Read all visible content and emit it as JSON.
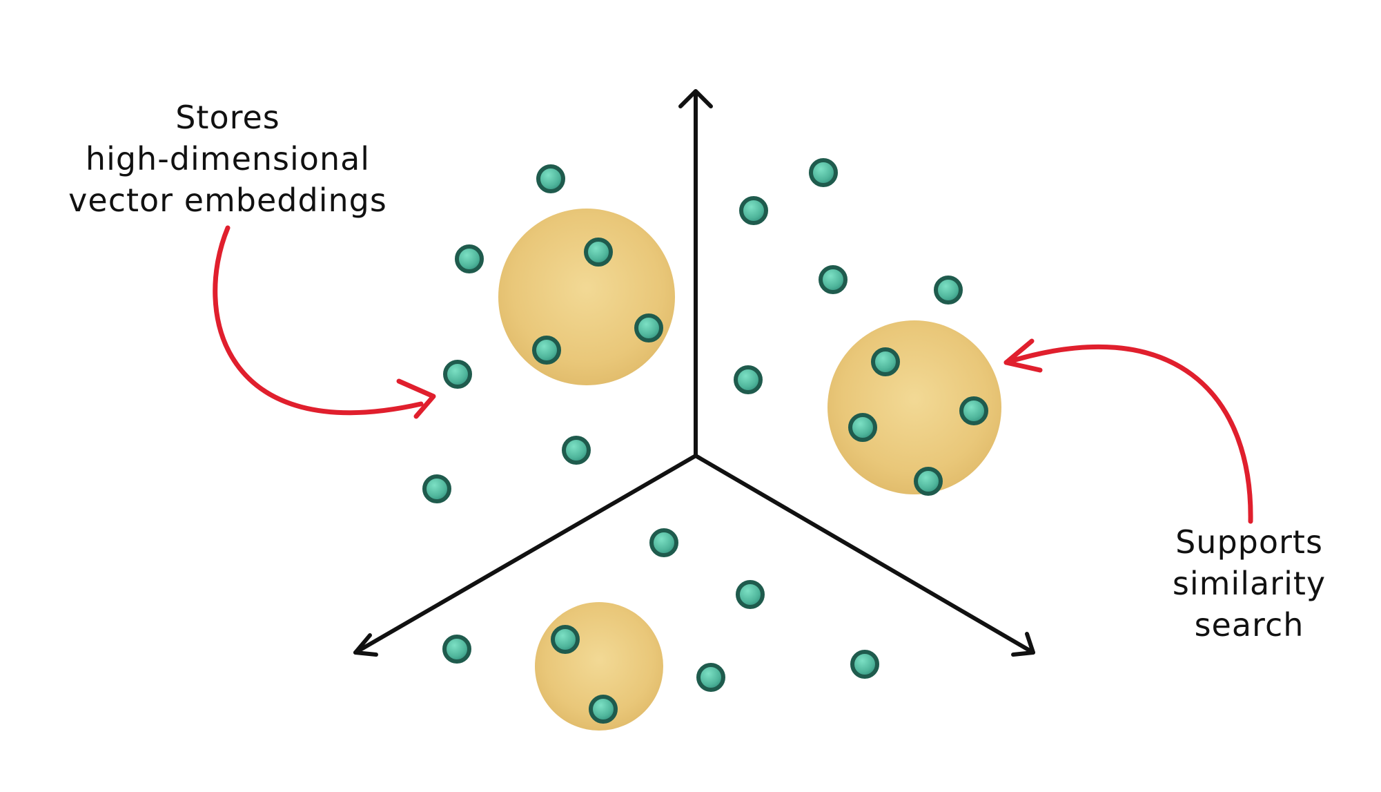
{
  "annotations": {
    "left": {
      "lines": [
        "Stores",
        "high-dimensional",
        "vector embeddings"
      ]
    },
    "right": {
      "lines": [
        "Supports",
        "similarity",
        "search"
      ]
    }
  },
  "colors": {
    "axis": "#111111",
    "arrow": "#e01f2d",
    "cluster": "#e8c77b",
    "point_fill": "#5cc4a8",
    "point_stroke": "#1f5b4d"
  }
}
